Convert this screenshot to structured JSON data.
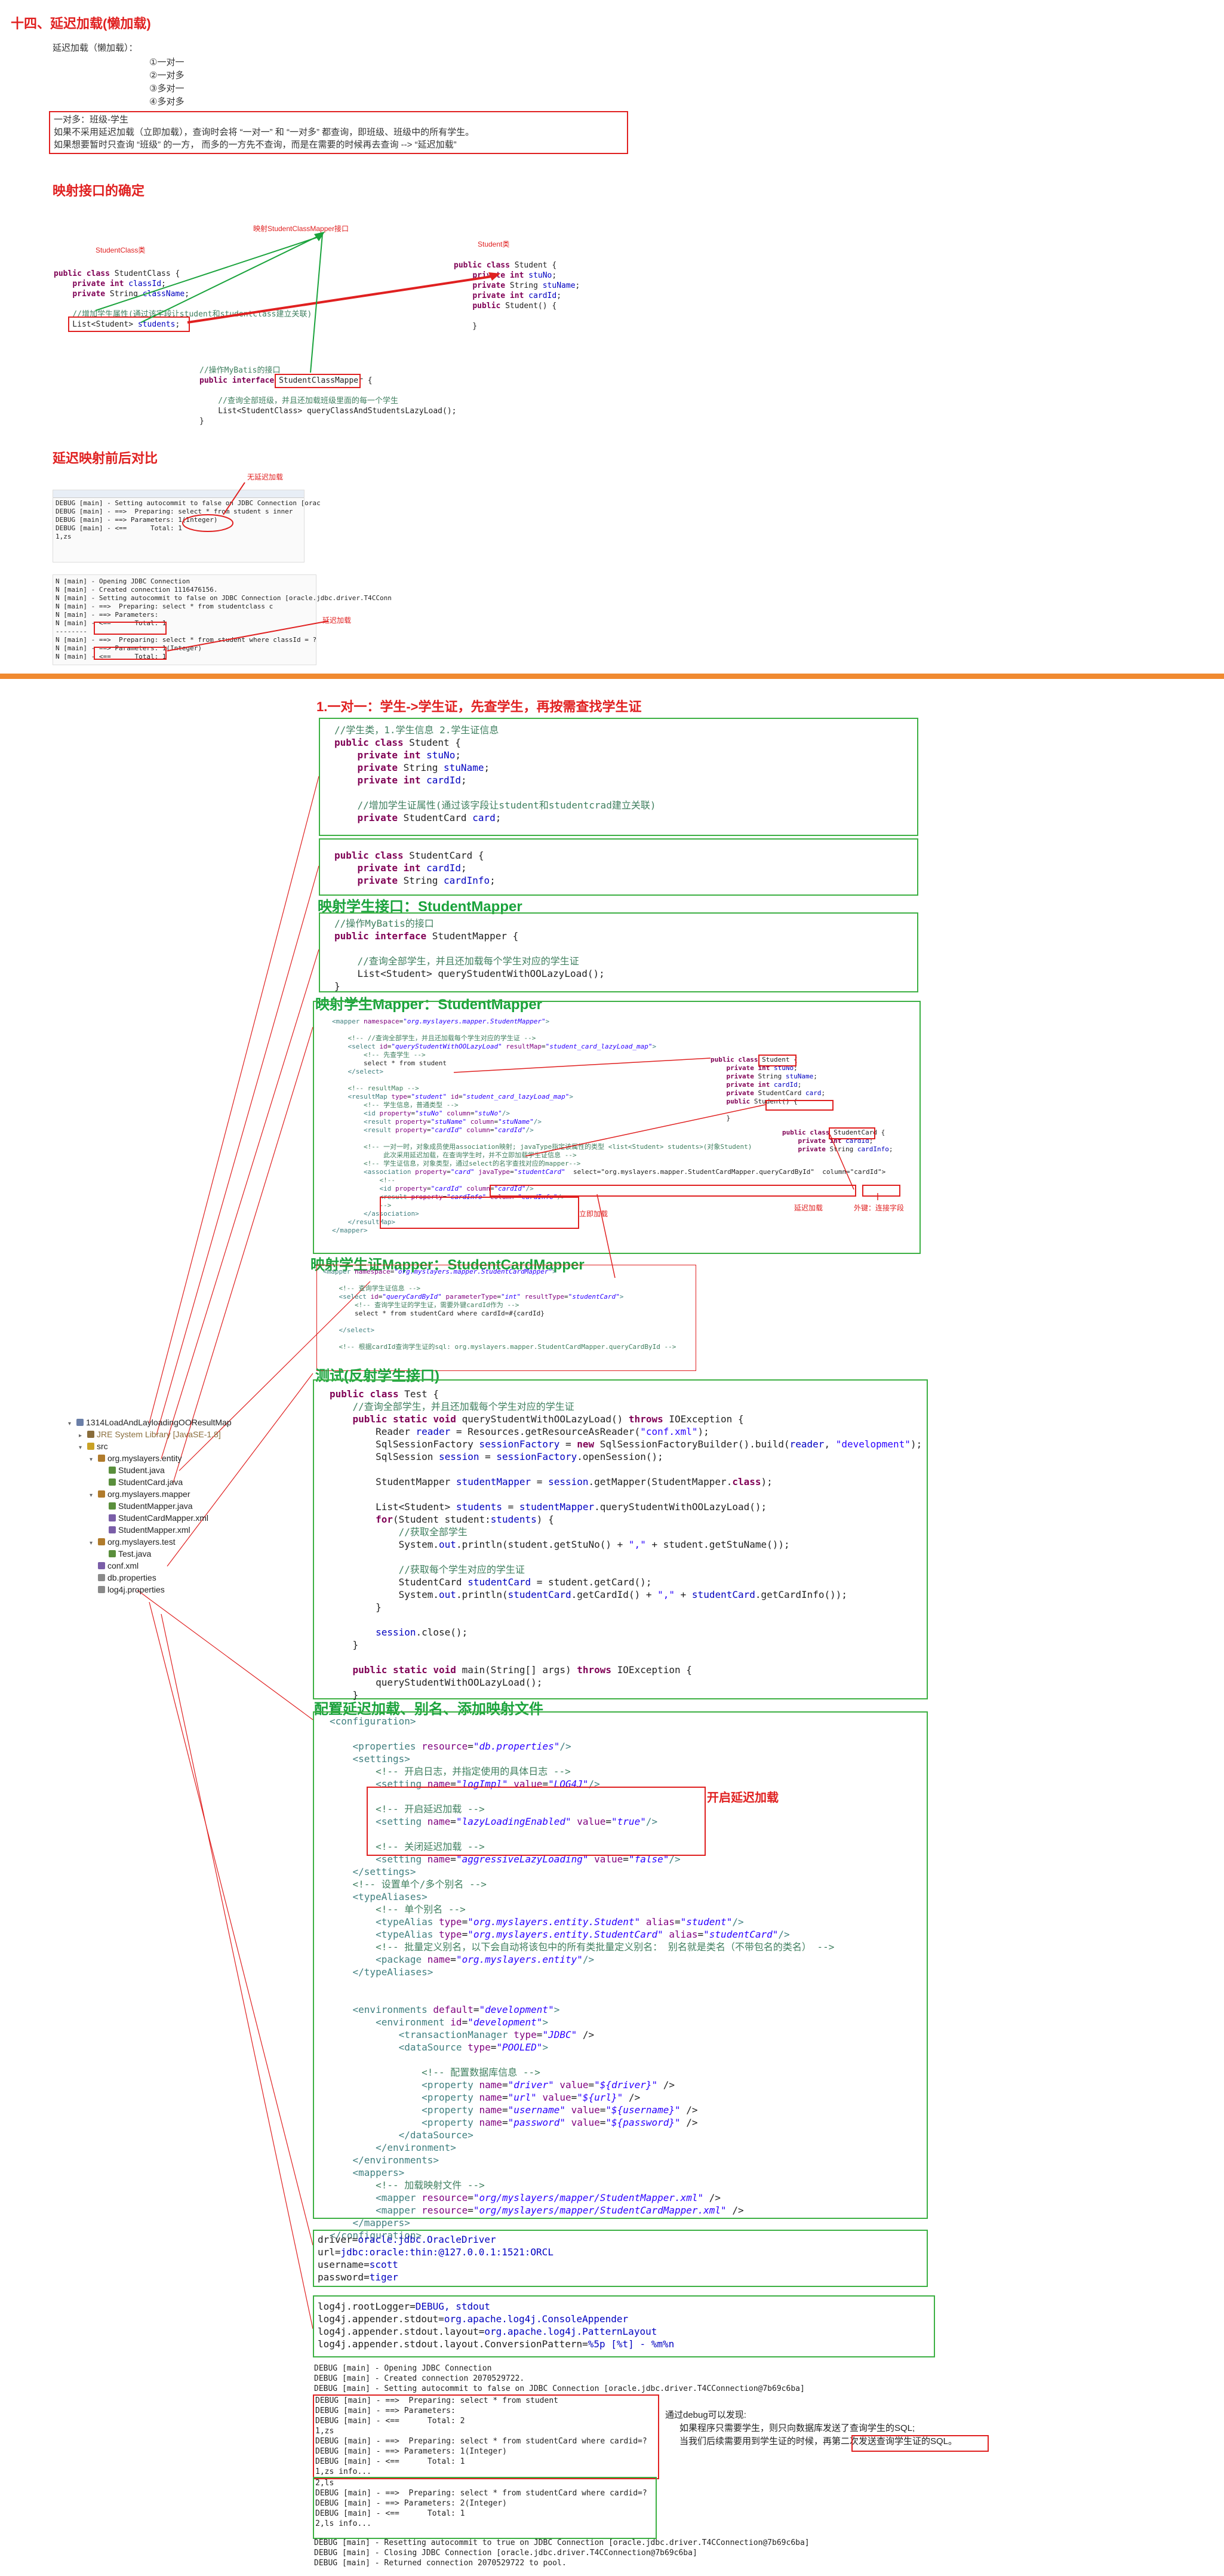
{
  "title": "十四、延迟加载(懒加载)",
  "intro": {
    "label": "延迟加载（懒加载）：",
    "items": [
      "①一对一",
      "②一对多",
      "③多对一",
      "④多对多"
    ],
    "box_lines": [
      "一对多：班级-学生",
      "如果不采用延迟加载（立即加载），查询时会将 “一对一” 和 “一对多” 都查询，即班级、班级中的所有学生。",
      "如果想要暂时只查询 “班级” 的一方，  而多的一方先不查询，而是在需要的时候再去查询                            -->  “延迟加载”"
    ]
  },
  "section_mapping_interface": {
    "title": "映射接口的确定",
    "label_studentclass": "StudentClass类",
    "label_mapper": "映射StudentClassMapper接口",
    "label_student": "Student类",
    "code_studentclass": [
      "public class StudentClass {",
      "    private int classId;",
      "    private String className;",
      "",
      "    //增加学生属性(通过该字段让student和studentclass建立关联)",
      "    List<Student> students;"
    ],
    "code_student": [
      "public class Student {",
      "    private int stuNo;",
      "    private String stuName;",
      "    private int cardId;",
      "    public Student() {",
      "",
      "    }"
    ],
    "code_mapper": [
      "//操作MyBatis的接口",
      "public interface StudentClassMapper {",
      "",
      "    //查询全部班级，并且还加载班级里面的每一个学生",
      "    List<StudentClass> queryClassAndStudentsLazyLoad();",
      "}"
    ]
  },
  "section_compare": {
    "title": "延迟映射前后对比",
    "note_no_lazy": "无延迟加载",
    "note_lazy": "延迟加载",
    "log_top": [
      "DEBUG [main] - Setting autocommit to false on JDBC Connection [orac",
      "DEBUG [main] - ==>  Preparing: select * from student s inner",
      "DEBUG [main] - ==> Parameters: 1(Integer)",
      "DEBUG [main] - <==      Total: 1",
      "1,zs"
    ],
    "log_bottom": [
      "N [main] - Opening JDBC Connection",
      "N [main] - Created connection 1116476156.",
      "N [main] - Setting autocommit to false on JDBC Connection [oracle.jdbc.driver.T4CConn",
      "N [main] - ==>  Preparing: select * from studentclass c",
      "N [main] - ==> Parameters:",
      "N [main] - <==      Total: 1",
      "--------",
      "N [main] - ==>  Preparing: select * from student where classId = ?",
      "N [main] - ==> Parameters: 1(Integer)",
      "N [main] - <==      Total: 1"
    ]
  },
  "section_one_to_one": {
    "title": "1.一对一：学生->学生证，先查学生，再按需查找学生证",
    "student_class_code": [
      "//学生类，1.学生信息 2.学生证信息",
      "public class Student {",
      "    private int stuNo;",
      "    private String stuName;",
      "    private int cardId;",
      "",
      "    //增加学生证属性(通过该字段让student和studentcrad建立关联)",
      "    private StudentCard card;"
    ],
    "student_card_code": [
      "public class StudentCard {",
      "    private int cardId;",
      "    private String cardInfo;"
    ],
    "interface_title": "映射学生接口：StudentMapper",
    "interface_code": [
      "//操作MyBatis的接口",
      "public interface StudentMapper {",
      "",
      "    //查询全部学生，并且还加载每个学生对应的学生证",
      "    List<Student> queryStudentWithOOLazyLoad();",
      "}"
    ],
    "student_mapper_title": "映射学生Mapper：StudentMapper",
    "student_mapper_xml": [
      "<mapper namespace=\"org.myslayers.mapper.StudentMapper\">",
      "",
      "    <!-- //查询全部学生，并且还加载每个学生对应的学生证 -->",
      "    <select id=\"queryStudentWithOOLazyLoad\" resultMap=\"student_card_lazyLoad_map\">",
      "        <!-- 先查学生 -->",
      "        select * from student",
      "    </select>",
      "",
      "    <!-- resultMap -->",
      "    <resultMap type=\"student\" id=\"student_card_lazyLoad_map\">",
      "        <!-- 学生信息，普通类型 -->",
      "        <id property=\"stuNo\" column=\"stuNo\"/>",
      "        <result property=\"stuName\" column=\"stuName\"/>",
      "        <result property=\"cardId\" column=\"cardId\"/>",
      "",
      "        <!-- 一对一时，对象成员使用association映射; javaType指定该属性的类型 <list<Student> students>(对象Student)",
      "             此次采用延迟加载，在查询学生时，并不立即加载学生证信息 -->",
      "        <!-- 学生证信息，对象类型，通过select的名字查找对应的mapper-->",
      "        <association property=\"card\" javaType=\"studentCard\"  select=\"org.myslayers.mapper.StudentCardMapper.queryCardById\"  column=\"cardId\">",
      "            <!--",
      "            <id property=\"cardId\" column=\"cardId\"/>",
      "            <result property=\"cardInfo\" column=\"cardInfo\"/>",
      "            -->",
      "        </association>",
      "    </resultMap>",
      "</mapper>"
    ],
    "mini_student": [
      "public class Student {",
      "    private int stuNo;",
      "    private String stuName;",
      "    private int cardId;",
      "    private StudentCard card;",
      "    public Student() {",
      "",
      "    }"
    ],
    "mini_card": [
      "public class StudentCard {",
      "    private int cardId;",
      "    private String cardInfo;"
    ],
    "note_immediate": "立即加载",
    "note_lazy": "延迟加载",
    "note_fk": "外键：连接字段",
    "card_mapper_title": "映射学生证Mapper：StudentCardMapper",
    "card_mapper_xml": [
      "<mapper namespace=\"org.myslayers.mapper.StudentCardMapper\">",
      "",
      "    <!-- 查询学生证信息 -->",
      "    <select id=\"queryCardById\" parameterType=\"int\" resultType=\"studentCard\">",
      "        <!-- 查询学生证的学生证，需要外键cardId作为 -->",
      "        select * from studentCard where cardId=#{cardId}",
      "",
      "    </select>",
      "",
      "    <!-- 根据cardId查询学生证的sql: org.myslayers.mapper.StudentCardMapper.queryCardById -->"
    ],
    "test_title": "测试(反射学生接口)",
    "test_code": [
      "public class Test {",
      "    //查询全部学生，并且还加载每个学生对应的学生证",
      "    public static void queryStudentWithOOLazyLoad() throws IOException {",
      "        Reader reader = Resources.getResourceAsReader(\"conf.xml\");",
      "        SqlSessionFactory sessionFactory = new SqlSessionFactoryBuilder().build(reader, \"development\");",
      "        SqlSession session = sessionFactory.openSession();",
      "",
      "        StudentMapper studentMapper = session.getMapper(StudentMapper.class);",
      "",
      "        List<Student> students = studentMapper.queryStudentWithOOLazyLoad();",
      "        for(Student student:students) {",
      "            //获取全部学生",
      "            System.out.println(student.getStuNo() + \",\" + student.getStuName());",
      "",
      "            //获取每个学生对应的学生证",
      "            StudentCard studentCard = student.getCard();",
      "            System.out.println(studentCard.getCardId() + \",\" + studentCard.getCardInfo());",
      "        }",
      "",
      "        session.close();",
      "    }",
      "",
      "    public static void main(String[] args) throws IOException {",
      "        queryStudentWithOOLazyLoad();",
      "    }",
      "}"
    ],
    "config_title": "配置延迟加载、别名、添加映射文件",
    "config_xml": [
      "<configuration>",
      "",
      "    <properties resource=\"db.properties\"/>",
      "    <settings>",
      "        <!-- 开启日志，并指定使用的具体日志 -->",
      "        <setting name=\"logImpl\" value=\"LOG4J\"/>",
      "",
      "        <!-- 开启延迟加载 -->",
      "        <setting name=\"lazyLoadingEnabled\" value=\"true\"/>",
      "",
      "        <!-- 关闭延迟加载 -->",
      "        <setting name=\"aggressiveLazyLoading\" value=\"false\"/>",
      "    </settings>",
      "    <!-- 设置单个/多个别名 -->",
      "    <typeAliases>",
      "        <!-- 单个别名 -->",
      "        <typeAlias type=\"org.myslayers.entity.Student\" alias=\"student\"/>",
      "        <typeAlias type=\"org.myslayers.entity.StudentCard\" alias=\"studentCard\"/>",
      "        <!-- 批量定义别名，以下会自动将该包中的所有类批量定义别名： 别名就是类名（不带包名的类名） -->",
      "        <package name=\"org.myslayers.entity\"/>",
      "    </typeAliases>",
      "",
      "",
      "    <environments default=\"development\">",
      "        <environment id=\"development\">",
      "            <transactionManager type=\"JDBC\" />",
      "            <dataSource type=\"POOLED\">",
      "",
      "                <!-- 配置数据库信息 -->",
      "                <property name=\"driver\" value=\"${driver}\" />",
      "                <property name=\"url\" value=\"${url}\" />",
      "                <property name=\"username\" value=\"${username}\" />",
      "                <property name=\"password\" value=\"${password}\" />",
      "            </dataSource>",
      "        </environment>",
      "    </environments>",
      "    <mappers>",
      "        <!-- 加载映射文件 -->",
      "        <mapper resource=\"org/myslayers/mapper/StudentMapper.xml\" />",
      "        <mapper resource=\"org/myslayers/mapper/StudentCardMapper.xml\" />",
      "    </mappers>",
      "</configuration>"
    ],
    "config_note": "开启延迟加载",
    "db_properties": [
      "driver=oracle.jdbc.OracleDriver",
      "url=jdbc:oracle:thin:@127.0.0.1:1521:ORCL",
      "username=scott",
      "password=tiger"
    ],
    "log4j_properties": [
      "log4j.rootLogger=DEBUG, stdout",
      "log4j.appender.stdout=org.apache.log4j.ConsoleAppender",
      "log4j.appender.stdout.layout=org.apache.log4j.PatternLayout",
      "log4j.appender.stdout.layout.ConversionPattern=%5p [%t] - %m%n"
    ],
    "log_head": [
      "DEBUG [main] - Opening JDBC Connection",
      "DEBUG [main] - Created connection 2070529722.",
      "DEBUG [main] - Setting autocommit to false on JDBC Connection [oracle.jdbc.driver.T4CConnection@7b69c6ba]"
    ],
    "log_red": [
      "DEBUG [main] - ==>  Preparing: select * from student",
      "DEBUG [main] - ==> Parameters:",
      "DEBUG [main] - <==      Total: 2",
      "1,zs",
      "DEBUG [main] - ==>  Preparing: select * from studentCard where cardid=?",
      "DEBUG [main] - ==> Parameters: 1(Integer)",
      "DEBUG [main] - <==      Total: 1",
      "1,zs info..."
    ],
    "log_green": [
      "2,ls",
      "DEBUG [main] - ==>  Preparing: select * from studentCard where cardid=?",
      "DEBUG [main] - ==> Parameters: 2(Integer)",
      "DEBUG [main] - <==      Total: 1",
      "2,ls info..."
    ],
    "log_tail": [
      "DEBUG [main] - Resetting autocommit to true on JDBC Connection [oracle.jdbc.driver.T4CConnection@7b69c6ba]",
      "DEBUG [main] - Closing JDBC Connection [oracle.jdbc.driver.T4CConnection@7b69c6ba]",
      "DEBUG [main] - Returned connection 2070529722 to pool."
    ],
    "debug_note": [
      "通过debug可以发现:",
      "如果程序只需要学生，则只向数据库发送了查询学生的SQL;",
      "当我们后续需要用到学生证的时候，再第二次发送查询学生证的SQL。"
    ]
  },
  "project_tree": [
    {
      "indent": 0,
      "icon": "project",
      "label": "1314LoadAndLayloadingOOResultMap"
    },
    {
      "indent": 1,
      "icon": "lib",
      "label": "JRE System Library [JavaSE-1.8]"
    },
    {
      "indent": 1,
      "icon": "folder",
      "label": "src"
    },
    {
      "indent": 2,
      "icon": "package",
      "label": "org.myslayers.entity"
    },
    {
      "indent": 3,
      "icon": "java",
      "label": "Student.java"
    },
    {
      "indent": 3,
      "icon": "java",
      "label": "StudentCard.java"
    },
    {
      "indent": 2,
      "icon": "package",
      "label": "org.myslayers.mapper"
    },
    {
      "indent": 3,
      "icon": "java",
      "label": "StudentMapper.java"
    },
    {
      "indent": 3,
      "icon": "xml",
      "label": "StudentCardMapper.xml"
    },
    {
      "indent": 3,
      "icon": "xml",
      "label": "StudentMapper.xml"
    },
    {
      "indent": 2,
      "icon": "package",
      "label": "org.myslayers.test"
    },
    {
      "indent": 3,
      "icon": "java",
      "label": "Test.java"
    },
    {
      "indent": 2,
      "icon": "xml",
      "label": "conf.xml"
    },
    {
      "indent": 2,
      "icon": "file",
      "label": "db.properties"
    },
    {
      "indent": 2,
      "icon": "file",
      "label": "log4j.properties"
    }
  ],
  "colors": {
    "red": "#e02020",
    "green": "#1aa33c",
    "orange": "#f08a30"
  }
}
